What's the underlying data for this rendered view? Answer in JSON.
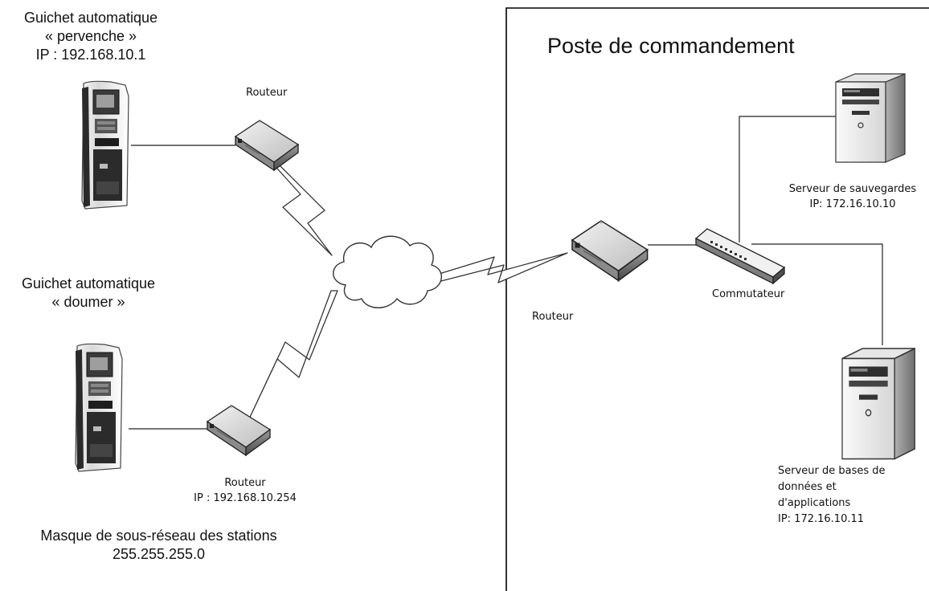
{
  "section_title": "Poste de commandement",
  "atm_perv": {
    "line1": "Guichet automatique",
    "line2": "« pervenche »",
    "line3": "IP : 192.168.10.1"
  },
  "atm_doumer": {
    "line1": "Guichet automatique",
    "line2": "« doumer »"
  },
  "router_top": {
    "label": "Routeur"
  },
  "router_bottom": {
    "label": "Routeur",
    "ip": "IP : 192.168.10.254"
  },
  "router_central": {
    "label": "Routeur"
  },
  "switch": {
    "label": "Commutateur"
  },
  "server_backup": {
    "name": "Serveur de sauvegardes",
    "ip": "IP: 172.16.10.10"
  },
  "server_db": {
    "line1": "Serveur de bases de",
    "line2": "données et",
    "line3": "d'applications",
    "ip": "IP: 172.16.10.11"
  },
  "subnet": {
    "line1": "Masque de sous-réseau des stations",
    "line2": "255.255.255.0"
  }
}
